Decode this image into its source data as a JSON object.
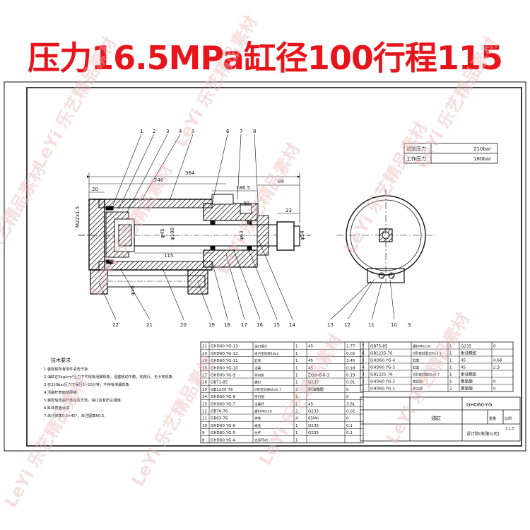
{
  "headline": "压力16.5MPa缸径100行程115",
  "watermark": "LeYi 乐艺精品素材",
  "dims": {
    "overall": "364",
    "left": "246",
    "mid": "186.5",
    "right": "84",
    "d20": "20",
    "d23": "23",
    "d40": "40",
    "d115": "115",
    "d45": "φ45",
    "d100": "φ100",
    "d63": "φ63",
    "d54": "φ54",
    "d16": "φ16",
    "thread": "M22x1.5"
  },
  "callouts_top": [
    "1",
    "2",
    "3",
    "4",
    "5",
    "6",
    "7",
    "8"
  ],
  "callouts_bottom": [
    "22",
    "21",
    "20",
    "19",
    "18",
    "17",
    "16",
    "15",
    "14",
    "13",
    "12",
    "11",
    "10",
    "9"
  ],
  "pressure_table": [
    {
      "label": "试验压力",
      "value": "210bar"
    },
    {
      "label": "工作压力",
      "value": "180bar"
    }
  ],
  "notes": {
    "title": "技术要求",
    "lines": [
      "1.装配前所有零件清洗干净.",
      "2.油缸在5kg/cm²压力下不得有泄漏现象，活塞移动平稳，无爬行、无卡死现象.",
      "3.在210bar压力下保压5~10分钟，不得有渗漏现象.",
      "4.活塞杆表面镀硬铬.",
      "5.装配后活塞杆移动应灵活，油口应有防尘措施.",
      "6.缸体表面涂漆.",
      "7.未注倒角0.5×45°，未注圆角R0.5."
    ]
  },
  "bom_left": [
    [
      "21",
      "GHD60.YG-13",
      "油口接头",
      "1",
      "45",
      "1.77"
    ],
    [
      "20",
      "GHD60.YG-12",
      "组合密封圈18x2",
      "1",
      "",
      "0.02"
    ],
    [
      "19",
      "GHD60.YG-11",
      "缸筒",
      "1",
      "45",
      "3.45"
    ],
    [
      "18",
      "GHD60.YG-10",
      "活塞",
      "1",
      "45",
      "0.18"
    ],
    [
      "17",
      "GHD60.YG-9",
      "导向套",
      "1",
      "ZQSn6-6-3",
      "0.19"
    ],
    [
      "16",
      "GB71-85",
      "螺钉",
      "1",
      "Q235",
      "0.01"
    ],
    [
      "15",
      "GB1235-76",
      "O形密封圈60x5.7",
      "2",
      "耐油橡胶",
      "0"
    ],
    [
      "14",
      "GHD60.YG-8",
      "密封圈",
      "1",
      "",
      "0"
    ],
    [
      "13",
      "GHD60.YG-7",
      "活塞杆",
      "1",
      "45",
      "3.81"
    ],
    [
      "12",
      "GB70-76",
      "螺钉M6x18",
      "2",
      "Q235",
      "0.02"
    ],
    [
      "11",
      "GB93-76",
      "弹垫",
      "4",
      "65Mn",
      "0"
    ],
    [
      "10",
      "GHD60.YG-6",
      "端盖",
      "1",
      "Q235",
      "0.1"
    ],
    [
      "9",
      "GHD60.YG-5",
      "拉杆",
      "1",
      "Q235",
      "0.1"
    ],
    [
      "8",
      "GHD60.YG-4",
      "支承环45",
      "1",
      "",
      ""
    ]
  ],
  "bom_right": [
    [
      "7",
      "GB75-85",
      "螺钉M6x10",
      "1",
      "Q235",
      "0"
    ],
    [
      "6",
      "GB1235-76",
      "O形密封圈100x3.1",
      "1",
      "耐油橡胶",
      ""
    ],
    [
      "5",
      "GHD60.YG-4",
      "缸底",
      "1",
      "45",
      "4.68"
    ],
    [
      "4",
      "GHD60.YG-3",
      "缸盖",
      "1",
      "45",
      "2.3"
    ],
    [
      "3",
      "GB1235-76",
      "O形密封圈55x3.7",
      "1",
      "耐油橡胶",
      ""
    ],
    [
      "2",
      "GHD60.YG-2",
      "密封圈",
      "1",
      "聚氨酯",
      "0"
    ],
    [
      "1",
      "GHD60.YG-1",
      "防尘圈",
      "2",
      "聚氨酯",
      "0"
    ]
  ],
  "title_block": {
    "drawing_no": "GHD60-YG",
    "name": "油缸",
    "scale": "1:1.5",
    "company": "设计院(有限公司)",
    "weight": "重量",
    "ratio": "比例"
  },
  "colors": {
    "headline": "#e8141b",
    "watermark": "#e9b8b8",
    "hatch": "#000000",
    "line": "#111111"
  }
}
